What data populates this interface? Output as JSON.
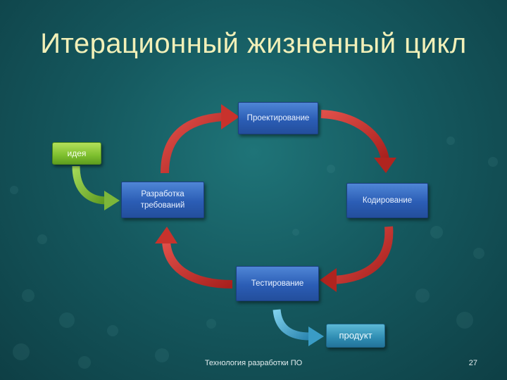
{
  "slide": {
    "title": "Итерационный жизненный цикл",
    "footer": "Технология разработки ПО",
    "page_number": "27"
  },
  "diagram": {
    "start": "идея",
    "steps": [
      "Проектирование",
      "Кодирование",
      "Тестирование"
    ],
    "requirements_line1": "Разработка",
    "requirements_line2": "требований",
    "result": "продукт"
  },
  "colors": {
    "cycle_arrow": "#c8322c",
    "start_arrow": "#8cc63f",
    "end_arrow": "#4fb3d9",
    "step_box": "#2f62b8",
    "title_text": "#f2f0b8"
  }
}
